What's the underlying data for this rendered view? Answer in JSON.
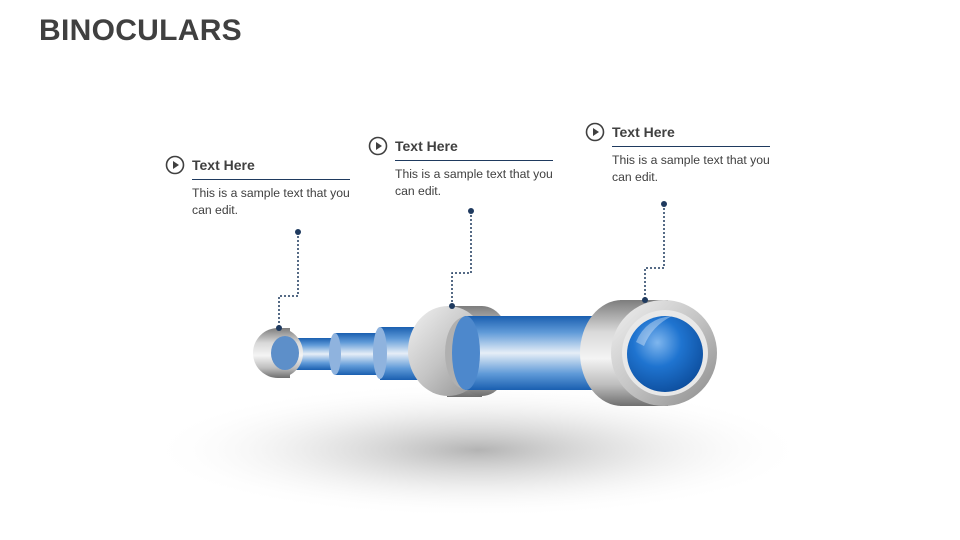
{
  "slide": {
    "title": "BINOCULARS"
  },
  "callouts": [
    {
      "heading": "Text Here",
      "body": "This is a sample text that you can edit."
    },
    {
      "heading": "Text Here",
      "body": "This is a sample text that you can edit."
    },
    {
      "heading": "Text Here",
      "body": "This is a sample text that you can edit."
    }
  ],
  "colors": {
    "title": "#404040",
    "accent_blue": "#1e6fc8",
    "connector": "#1f3a5f",
    "metal": "#a8a8a8"
  },
  "icons": {
    "callout_marker": "play-circle-icon"
  }
}
